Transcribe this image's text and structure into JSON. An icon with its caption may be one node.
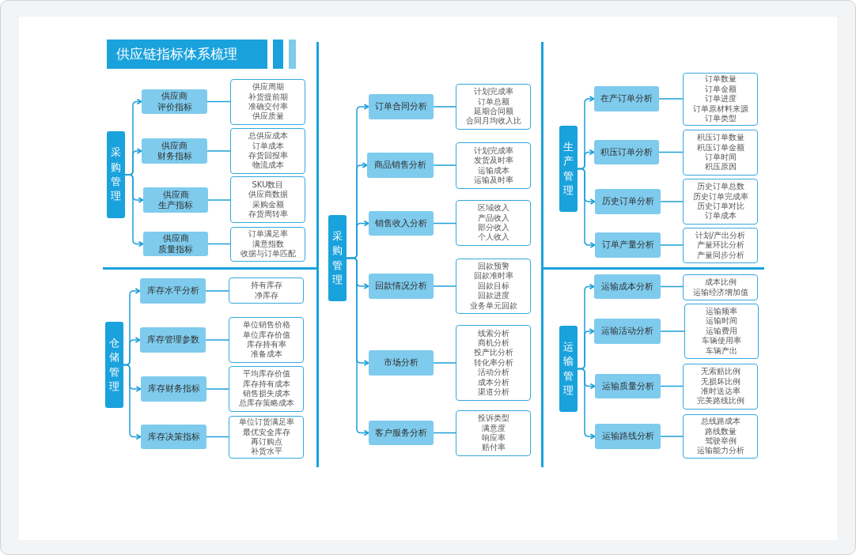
{
  "diagram": {
    "title": "供应链指标体系梳理",
    "nodes": [
      {
        "text": [
          "采购管理"
        ]
      },
      {
        "text": [
          "供应商评价指标"
        ]
      },
      {
        "text": [
          "供应周期",
          "补货提前期",
          "准确交付率",
          "供应质量"
        ]
      },
      {
        "text": [
          "供应商财务指标"
        ]
      },
      {
        "text": [
          "总供应成本",
          "订单成本",
          "存货回报率",
          "物流成本"
        ]
      },
      {
        "text": [
          "供应商生产指标"
        ]
      },
      {
        "text": [
          "SKU数目",
          "供应商数据",
          "采购金额",
          "存货周转率"
        ]
      },
      {
        "text": [
          "供应商质量指标"
        ]
      },
      {
        "text": [
          "订单满足率",
          "满意指数",
          "收据与订单匹配"
        ]
      },
      {
        "text": [
          "仓储管理"
        ]
      },
      {
        "text": [
          "库存水平分析"
        ]
      },
      {
        "text": [
          "持有库存",
          "净库存"
        ]
      },
      {
        "text": [
          "库存管理参数"
        ]
      },
      {
        "text": [
          "单位销售价格",
          "单位库存价值",
          "库存持有率",
          "准备成本"
        ]
      },
      {
        "text": [
          "库存财务指标"
        ]
      },
      {
        "text": [
          "平均库存价值",
          "库存持有成本",
          "销售损失成本",
          "总库存策略成本"
        ]
      },
      {
        "text": [
          "库存决策指标"
        ]
      },
      {
        "text": [
          "单位订货满足率",
          "最优安全库存",
          "再订购点",
          "补货水平"
        ]
      },
      {
        "text": [
          "采购管理"
        ]
      },
      {
        "text": [
          "订单合同分析"
        ]
      },
      {
        "text": [
          "计划完成率",
          "订单总额",
          "延期合同额",
          "合同月均收入比"
        ]
      },
      {
        "text": [
          "商品销售分析"
        ]
      },
      {
        "text": [
          "计划完成率",
          "发货及时率",
          "运输成本",
          "运输及时率"
        ]
      },
      {
        "text": [
          "销售收入分析"
        ]
      },
      {
        "text": [
          "区域收入",
          "产品收入",
          "部分收入",
          "个人收入"
        ]
      },
      {
        "text": [
          "回款情况分析"
        ]
      },
      {
        "text": [
          "回款预警",
          "回款准时率",
          "回款目标",
          "回款进度",
          "业务单元回款"
        ]
      },
      {
        "text": [
          "市场分析"
        ]
      },
      {
        "text": [
          "线索分析",
          "商机分析",
          "投产比分析",
          "转化率分析",
          "活动分析",
          "成本分析",
          "渠道分析"
        ]
      },
      {
        "text": [
          "客户服务分析"
        ]
      },
      {
        "text": [
          "投诉类型",
          "满意度",
          "响应率",
          "赔付率"
        ]
      },
      {
        "text": [
          "生产管理"
        ]
      },
      {
        "text": [
          "在产订单分析"
        ]
      },
      {
        "text": [
          "订单数量",
          "订单金额",
          "订单进度",
          "订单原材料来源",
          "订单类型"
        ]
      },
      {
        "text": [
          "积压订单分析"
        ]
      },
      {
        "text": [
          "积压订单数量",
          "积压订单金额",
          "订单时间",
          "积压原因"
        ]
      },
      {
        "text": [
          "历史订单分析"
        ]
      },
      {
        "text": [
          "历史订单总数",
          "历史订单完成率",
          "历史订单对比",
          "订单成本"
        ]
      },
      {
        "text": [
          "订单产量分析"
        ]
      },
      {
        "text": [
          "计划/产出分析",
          "产量环比分析",
          "产量同步分析"
        ]
      },
      {
        "text": [
          "运输管理"
        ]
      },
      {
        "text": [
          "运输成本分析"
        ]
      },
      {
        "text": [
          "成本比例",
          "运输经济增加值"
        ]
      },
      {
        "text": [
          "运输活动分析"
        ]
      },
      {
        "text": [
          "运输频率",
          "运输时间",
          "运输费用",
          "车辆使用率",
          "车辆产出"
        ]
      },
      {
        "text": [
          "运输质量分析"
        ]
      },
      {
        "text": [
          "无索赔比例",
          "无损坏比例",
          "准时送达率",
          "完美路线比例"
        ]
      },
      {
        "text": [
          "运输路线分析"
        ]
      },
      {
        "text": [
          "总线路成本",
          "路线数量",
          "驾驶举例",
          "运输能力分析"
        ]
      }
    ],
    "edges": [
      {
        "from": 0,
        "to": 1,
        "arrow": "to"
      },
      {
        "from": 0,
        "to": 3,
        "arrow": "to"
      },
      {
        "from": 0,
        "to": 5,
        "arrow": "to"
      },
      {
        "from": 0,
        "to": 7,
        "arrow": "to"
      },
      {
        "from": 1,
        "to": 2,
        "arrow": "none"
      },
      {
        "from": 3,
        "to": 4,
        "arrow": "none"
      },
      {
        "from": 5,
        "to": 6,
        "arrow": "none"
      },
      {
        "from": 7,
        "to": 8,
        "arrow": "none"
      },
      {
        "from": 9,
        "to": 10,
        "arrow": "to"
      },
      {
        "from": 9,
        "to": 12,
        "arrow": "to"
      },
      {
        "from": 9,
        "to": 14,
        "arrow": "to"
      },
      {
        "from": 9,
        "to": 16,
        "arrow": "to"
      },
      {
        "from": 10,
        "to": 11,
        "arrow": "none"
      },
      {
        "from": 12,
        "to": 13,
        "arrow": "none"
      },
      {
        "from": 14,
        "to": 15,
        "arrow": "none"
      },
      {
        "from": 16,
        "to": 17,
        "arrow": "none"
      },
      {
        "from": 18,
        "to": 19,
        "arrow": "to"
      },
      {
        "from": 18,
        "to": 21,
        "arrow": "to"
      },
      {
        "from": 18,
        "to": 23,
        "arrow": "to"
      },
      {
        "from": 18,
        "to": 25,
        "arrow": "to"
      },
      {
        "from": 18,
        "to": 27,
        "arrow": "to"
      },
      {
        "from": 18,
        "to": 29,
        "arrow": "to"
      },
      {
        "from": 19,
        "to": 20,
        "arrow": "none"
      },
      {
        "from": 21,
        "to": 22,
        "arrow": "none"
      },
      {
        "from": 23,
        "to": 24,
        "arrow": "none"
      },
      {
        "from": 25,
        "to": 26,
        "arrow": "none"
      },
      {
        "from": 27,
        "to": 28,
        "arrow": "none"
      },
      {
        "from": 29,
        "to": 30,
        "arrow": "none"
      },
      {
        "from": 31,
        "to": 32,
        "arrow": "to"
      },
      {
        "from": 31,
        "to": 34,
        "arrow": "to"
      },
      {
        "from": 31,
        "to": 36,
        "arrow": "to"
      },
      {
        "from": 31,
        "to": 38,
        "arrow": "to"
      },
      {
        "from": 32,
        "to": 33,
        "arrow": "none"
      },
      {
        "from": 34,
        "to": 35,
        "arrow": "none"
      },
      {
        "from": 36,
        "to": 37,
        "arrow": "none"
      },
      {
        "from": 38,
        "to": 39,
        "arrow": "none"
      },
      {
        "from": 40,
        "to": 41,
        "arrow": "to"
      },
      {
        "from": 40,
        "to": 43,
        "arrow": "to"
      },
      {
        "from": 40,
        "to": 45,
        "arrow": "to"
      },
      {
        "from": 40,
        "to": 47,
        "arrow": "to"
      },
      {
        "from": 41,
        "to": 42,
        "arrow": "none"
      },
      {
        "from": 43,
        "to": 44,
        "arrow": "none"
      },
      {
        "from": 45,
        "to": 46,
        "arrow": "none"
      },
      {
        "from": 47,
        "to": 48,
        "arrow": "none"
      }
    ]
  }
}
